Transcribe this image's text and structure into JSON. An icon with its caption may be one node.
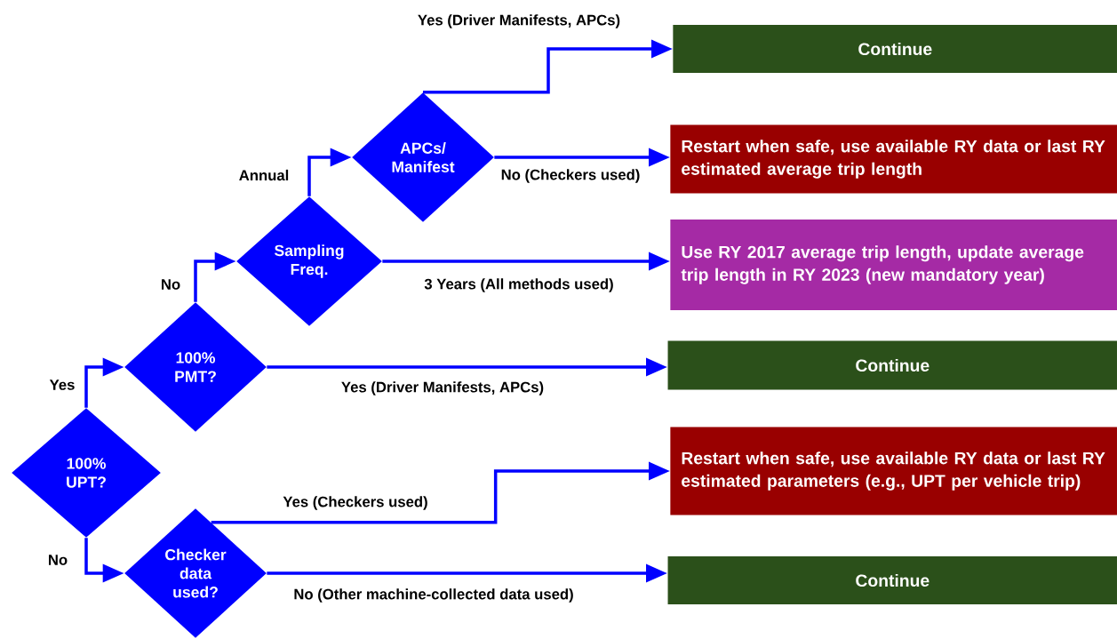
{
  "diagram": {
    "nodes": [
      {
        "text": [
          "100% UPT?"
        ]
      },
      {
        "text": [
          "100% PMT?"
        ]
      },
      {
        "text": [
          "Checker data used?"
        ]
      },
      {
        "text": [
          "Sampling Freq."
        ]
      },
      {
        "text": [
          "APCs/ Manifest"
        ]
      },
      {
        "text": [
          "Continue"
        ]
      },
      {
        "text": [
          "Restart when safe, use available RY data or last RY estimated average trip length"
        ]
      },
      {
        "text": [
          "Use RY 2017 average trip length, update average trip length in RY 2023 (new mandatory year)"
        ]
      },
      {
        "text": [
          "Continue"
        ]
      },
      {
        "text": [
          "Restart when safe, use available RY data or last RY estimated parameters (e.g., UPT per vehicle trip)"
        ]
      },
      {
        "text": [
          "Continue"
        ]
      }
    ],
    "edges": [
      {
        "from": 0,
        "to": 1,
        "arrow": "to",
        "label": "Yes"
      },
      {
        "from": 0,
        "to": 2,
        "arrow": "to",
        "label": "No"
      },
      {
        "from": 1,
        "to": 3,
        "arrow": "to",
        "label": "No"
      },
      {
        "from": 1,
        "to": 8,
        "arrow": "to",
        "label": "Yes (Driver Manifests, APCs)"
      },
      {
        "from": 3,
        "to": 4,
        "arrow": "to",
        "label": "Annual"
      },
      {
        "from": 3,
        "to": 7,
        "arrow": "to",
        "label": "3 Years (All methods used)"
      },
      {
        "from": 4,
        "to": 5,
        "arrow": "to",
        "label": "Yes (Driver Manifests, APCs)"
      },
      {
        "from": 4,
        "to": 6,
        "arrow": "to",
        "label": "No (Checkers used)"
      },
      {
        "from": 2,
        "to": 9,
        "arrow": "to",
        "label": "Yes (Checkers used)"
      },
      {
        "from": 2,
        "to": 10,
        "arrow": "to",
        "label": "No (Other machine-collected data used)"
      }
    ]
  }
}
